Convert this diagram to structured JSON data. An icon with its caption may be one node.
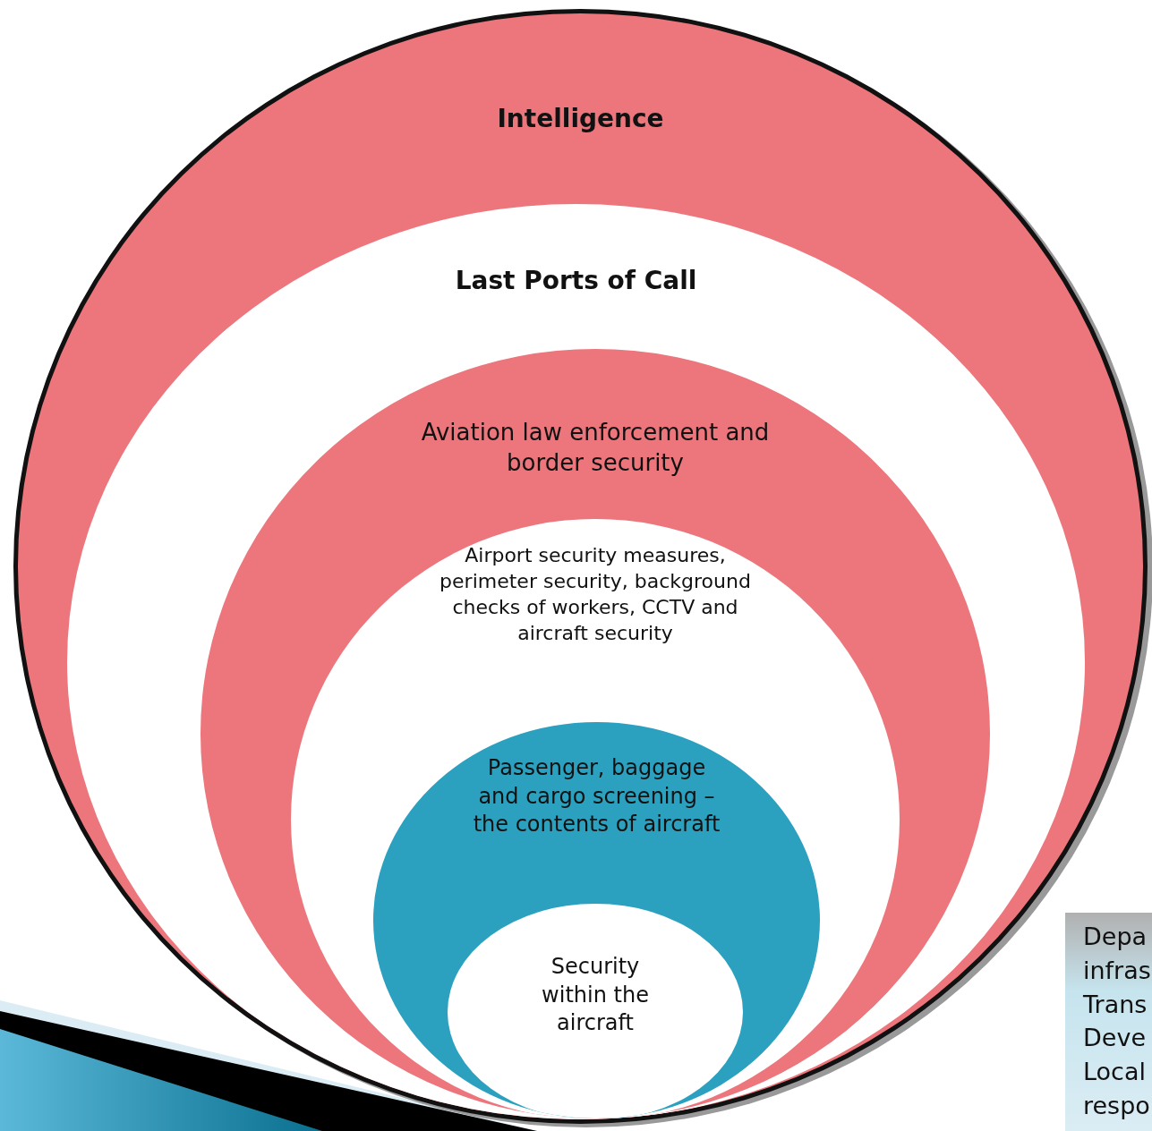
{
  "diagram": {
    "nodes": [
      {
        "text": [
          "Intelligence"
        ]
      },
      {
        "text": [
          "Last Ports of Call"
        ],
        "in": 0
      },
      {
        "text": [
          "Aviation law enforcement and border security"
        ],
        "in": 1
      },
      {
        "text": [
          "Airport security measures, perimeter security, background checks of workers, CCTV and aircraft security"
        ],
        "in": 2
      },
      {
        "text": [
          "Passenger, baggage and cargo screening – the contents of aircraft"
        ],
        "in": 3
      },
      {
        "text": [
          "Security within the aircraft"
        ],
        "in": 4
      },
      {
        "text": [
          "Depa infras Trans Deve Local respo"
        ]
      }
    ]
  }
}
